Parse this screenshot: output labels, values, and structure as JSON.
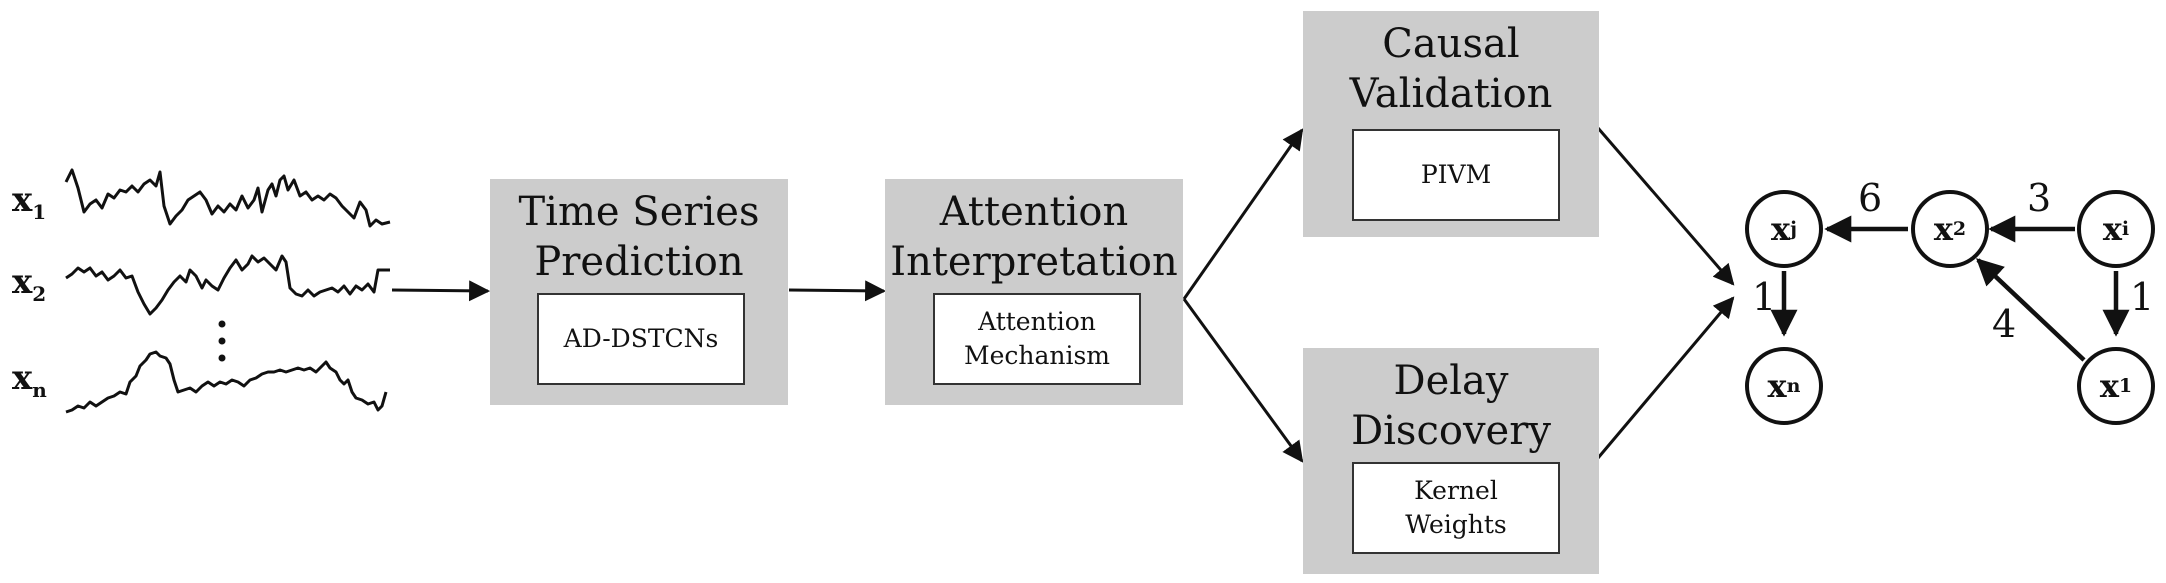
{
  "series": [
    {
      "base": "x",
      "sub": "1"
    },
    {
      "base": "x",
      "sub": "2"
    },
    {
      "base": "x",
      "sub": "n"
    }
  ],
  "boxes": {
    "prediction": {
      "title": "Time Series\nPrediction",
      "inner": "AD-DSTCNs"
    },
    "attention": {
      "title": "Attention\nInterpretation",
      "inner": "Attention\nMechanism"
    },
    "validation": {
      "title": "Causal\nValidation",
      "inner": "PIVM"
    },
    "delay": {
      "title": "Delay\nDiscovery",
      "inner": "Kernel\nWeights"
    }
  },
  "graph": {
    "nodes": [
      {
        "id": "xj",
        "base": "x",
        "sub": "j"
      },
      {
        "id": "x2",
        "base": "x",
        "sub": "2"
      },
      {
        "id": "xi",
        "base": "x",
        "sub": "i"
      },
      {
        "id": "xn",
        "base": "x",
        "sub": "n"
      },
      {
        "id": "x1",
        "base": "x",
        "sub": "1"
      }
    ],
    "edges": [
      {
        "from": "x2",
        "to": "xj",
        "weight": "6"
      },
      {
        "from": "xi",
        "to": "x2",
        "weight": "3"
      },
      {
        "from": "xj",
        "to": "xn",
        "weight": "1"
      },
      {
        "from": "xi",
        "to": "x1",
        "weight": "1"
      },
      {
        "from": "x1",
        "to": "x2",
        "weight": "4"
      }
    ]
  },
  "colors": {
    "box_fill": "#cccccc",
    "stroke": "#111111"
  }
}
